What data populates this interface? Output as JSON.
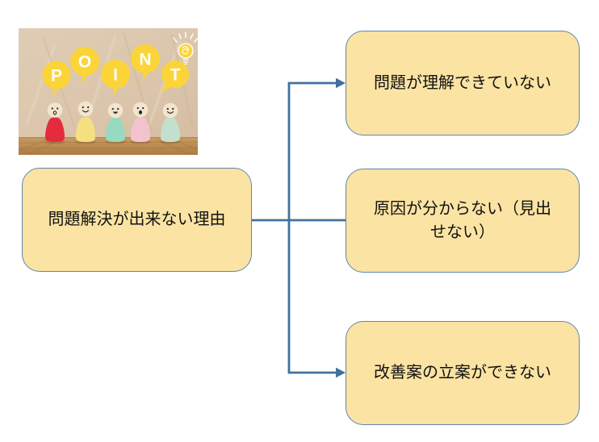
{
  "diagram": {
    "root": {
      "label": "問題解決が出来ない理由"
    },
    "reasons": [
      {
        "label": "問題が理解できていない"
      },
      {
        "label": "原因が分からない（見出せない）"
      },
      {
        "label": "改善案の立案ができない"
      }
    ]
  },
  "photo": {
    "letters": [
      "P",
      "O",
      "I",
      "N",
      "T"
    ]
  },
  "colors": {
    "box_fill": "#FBE3A3",
    "box_border": "#5E87AC",
    "connector": "#41719C",
    "bubble_yellow": "#FBD438",
    "text": "#111111",
    "wall": "#DCC7AE",
    "floor": "#B9874F"
  }
}
